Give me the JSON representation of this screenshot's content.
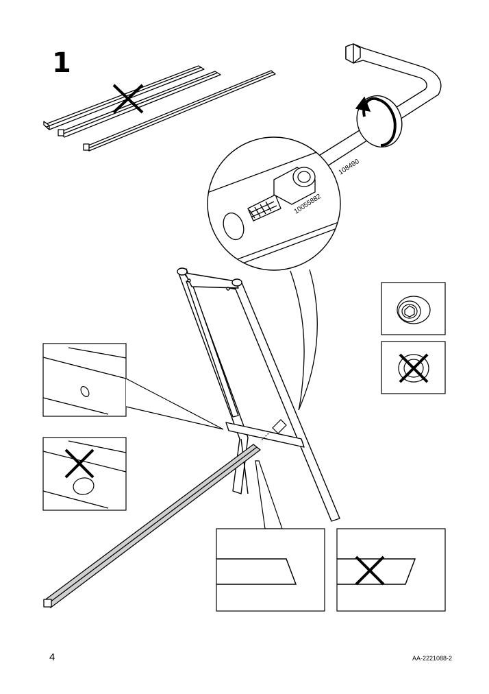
{
  "step": {
    "number": "1"
  },
  "parts": {
    "allen_key_code": "108490",
    "bolt_code": "10055882"
  },
  "footer": {
    "page_number": "4",
    "document_code": "AA-2221088-2"
  },
  "icons": [
    "cross-icon",
    "check-detail",
    "rotate-arrow-icon"
  ],
  "colors": {
    "line": "#000000",
    "rod_fill": "#cfcfcf",
    "background": "#ffffff"
  }
}
